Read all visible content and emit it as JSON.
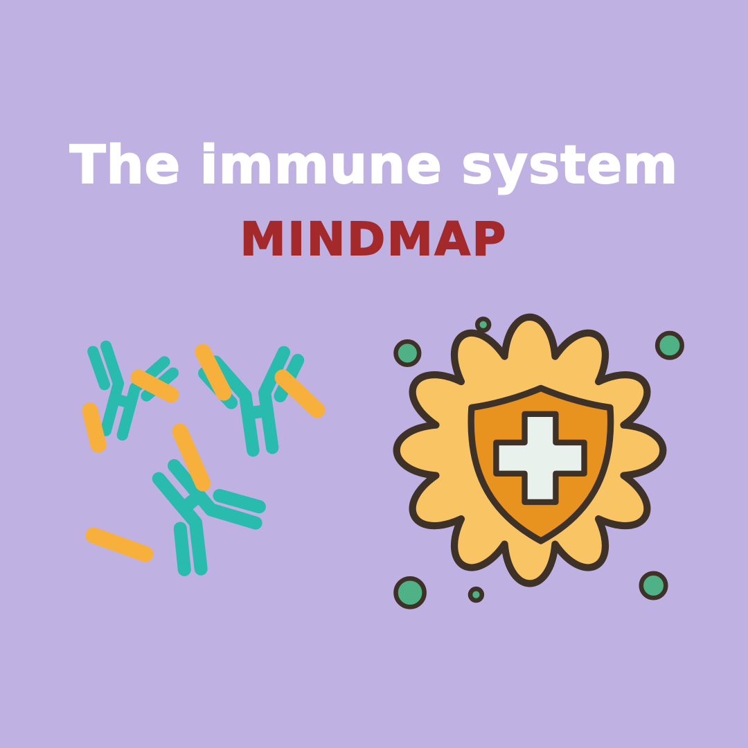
{
  "poster": {
    "title": "The immune system",
    "subtitle": "MINDMAP"
  },
  "colors": {
    "background": "#C0B1E3",
    "title": "#FFFFFF",
    "subtitle": "#A3292B",
    "antibody-teal": "#29BBAE",
    "antibody-orange": "#F8B03C",
    "cell-body": "#F9C464",
    "cell-shield": "#E8921F",
    "cell-cross": "#E9F1ED",
    "cell-outline": "#3D3128",
    "dot-green": "#4FB287"
  },
  "illustrations": {
    "antibodies": "three Y-shaped teal antibodies with orange antigen fragments",
    "immune_cell": "spiky immune cell holding a shield with a medical cross, surrounded by green dots"
  }
}
